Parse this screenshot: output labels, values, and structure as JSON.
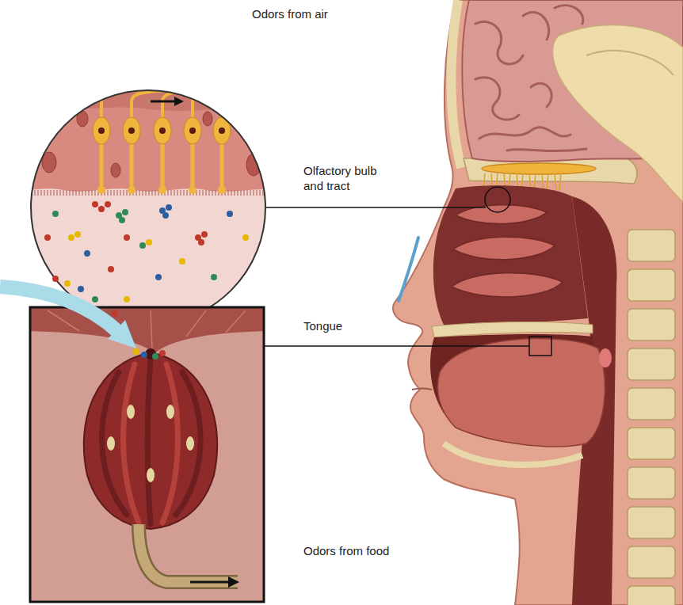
{
  "diagram": {
    "labels": [
      "Odors from air",
      "Olfactory bulb and tract",
      "Tongue",
      "Odors from food"
    ]
  }
}
